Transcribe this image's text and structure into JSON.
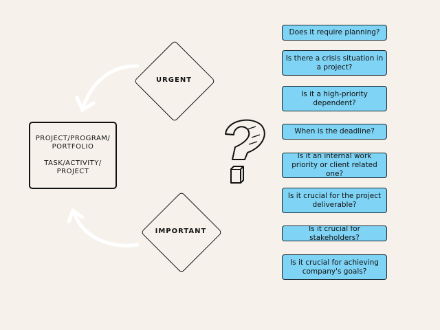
{
  "center_box": {
    "line1": "PROJECT/PROGRAM/",
    "line2": "PORTFOLIO",
    "line3": "TASK/ACTIVITY/",
    "line4": "PROJECT"
  },
  "diamonds": {
    "urgent": "URGENT",
    "important": "IMPORTANT"
  },
  "questions": [
    "Does it require planning?",
    "Is there a crisis situation in a project?",
    "Is it a high-priority dependent?",
    "When is the deadline?",
    "Is it an internal work priority or client related one?",
    "Is it crucial for the project deliverable?",
    "Is it crucial for stakeholders?",
    "Is it crucial for achieving company's goals?"
  ],
  "colors": {
    "background": "#f6f2eb",
    "question_box": "#7fd3f4"
  }
}
